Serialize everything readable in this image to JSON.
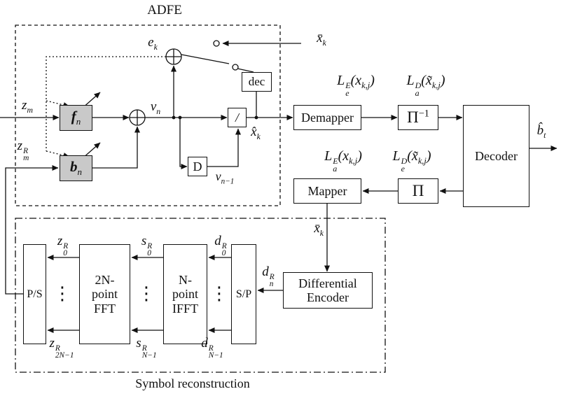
{
  "labels": {
    "adfe": "ADFE",
    "symbol_reconstruction": "Symbol reconstruction",
    "z_m": "z<sub>m</sub>",
    "z_m_R": "z<span class=\"ss\"><span>R</span><span>m</span></span>",
    "e_k": "e<sub>k</sub>",
    "xbar_k_top": "x̄<sub>k</sub>",
    "xbar_k_mid": "x̄<sub>k</sub>",
    "v_n": "v<sub>n</sub>",
    "v_n_minus_1": "v<sub>n−1</sub>",
    "xhat_k": "x̂<sub>k</sub>",
    "bhat_t": "b̂<sub>t</sub>",
    "L_e_E": "L<span class=\"ss\"><span>E</span><span>e</span></span>(x<sub>k,j</sub>)",
    "L_a_D": "L<span class=\"ss\"><span>D</span><span>a</span></span>(x̃<sub>k,j</sub>)",
    "L_a_E": "L<span class=\"ss\"><span>E</span><span>a</span></span>(x<sub>k,j</sub>)",
    "L_e_D": "L<span class=\"ss\"><span>D</span><span>e</span></span>(x̃<sub>k,j</sub>)",
    "z_0_R": "z<span class=\"ss\"><span>R</span><span>0</span></span>",
    "z_2N1_R": "z<span class=\"ss\"><span>R</span><span>2N−1</span></span>",
    "s_0_R": "s<span class=\"ss\"><span>R</span><span>0</span></span>",
    "s_N1_R": "s<span class=\"ss\"><span>R</span><span>N−1</span></span>",
    "d_0_R": "d<span class=\"ss\"><span>R</span><span>0</span></span>",
    "d_N1_R": "d<span class=\"ss\"><span>R</span><span>N−1</span></span>",
    "d_n_R": "d<span class=\"ss\"><span>R</span><span>n</span></span>",
    "vdots": "⋮"
  },
  "blocks": {
    "fn": "<b>f</b><sub>n</sub>",
    "bn": "<b>b</b><sub>n</sub>",
    "dec": "dec",
    "slicer": "/",
    "delay": "D",
    "demapper": "Demapper",
    "pi_inverse": "Π<sup>−1</sup>",
    "decoder": "Decoder",
    "mapper": "Mapper",
    "pi": "Π",
    "ps": "P/S",
    "fft": "2N-\npoint\nFFT",
    "ifft": "N-\npoint\nIFFT",
    "sp": "S/P",
    "diff_encoder": "Differential\nEncoder"
  }
}
